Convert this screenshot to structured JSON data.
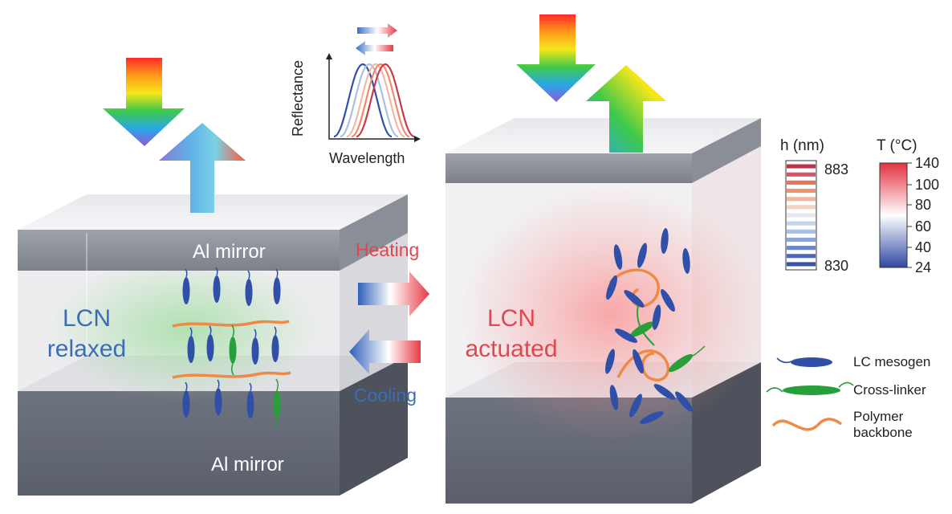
{
  "left_box": {
    "top_mirror": "Al mirror",
    "bottom_mirror": "Al mirror",
    "state_line1": "LCN",
    "state_line2": "relaxed"
  },
  "right_box": {
    "state_line1": "LCN",
    "state_line2": "actuated"
  },
  "process": {
    "heating": "Heating",
    "cooling": "Cooling"
  },
  "inset_plot": {
    "ylabel": "Reflectance",
    "xlabel": "Wavelength"
  },
  "scale_h": {
    "title": "h (nm)",
    "max": "883",
    "min": "830",
    "colors": [
      "#b8344a",
      "#d45565",
      "#e8735a",
      "#f0946e",
      "#f4b69a",
      "#f2d3c4",
      "#e6e6ee",
      "#c6d4ea",
      "#a9c0e2",
      "#8aa5d6",
      "#6c86c6",
      "#4f6ab5",
      "#3a52a2"
    ]
  },
  "scale_T": {
    "title": "T (°C)",
    "ticks": [
      "140",
      "100",
      "80",
      "60",
      "40",
      "24"
    ],
    "colors": {
      "hot": "#e23240",
      "mid": "#ffffff",
      "cold": "#2f47a3"
    }
  },
  "legend": {
    "mesogen": "LC mesogen",
    "crosslinker": "Cross-linker",
    "backbone_line1": "Polymer",
    "backbone_line2": "backbone",
    "colors": {
      "mesogen": "#2f4fa8",
      "crosslinker": "#27a03a",
      "backbone": "#ef8a44"
    }
  }
}
